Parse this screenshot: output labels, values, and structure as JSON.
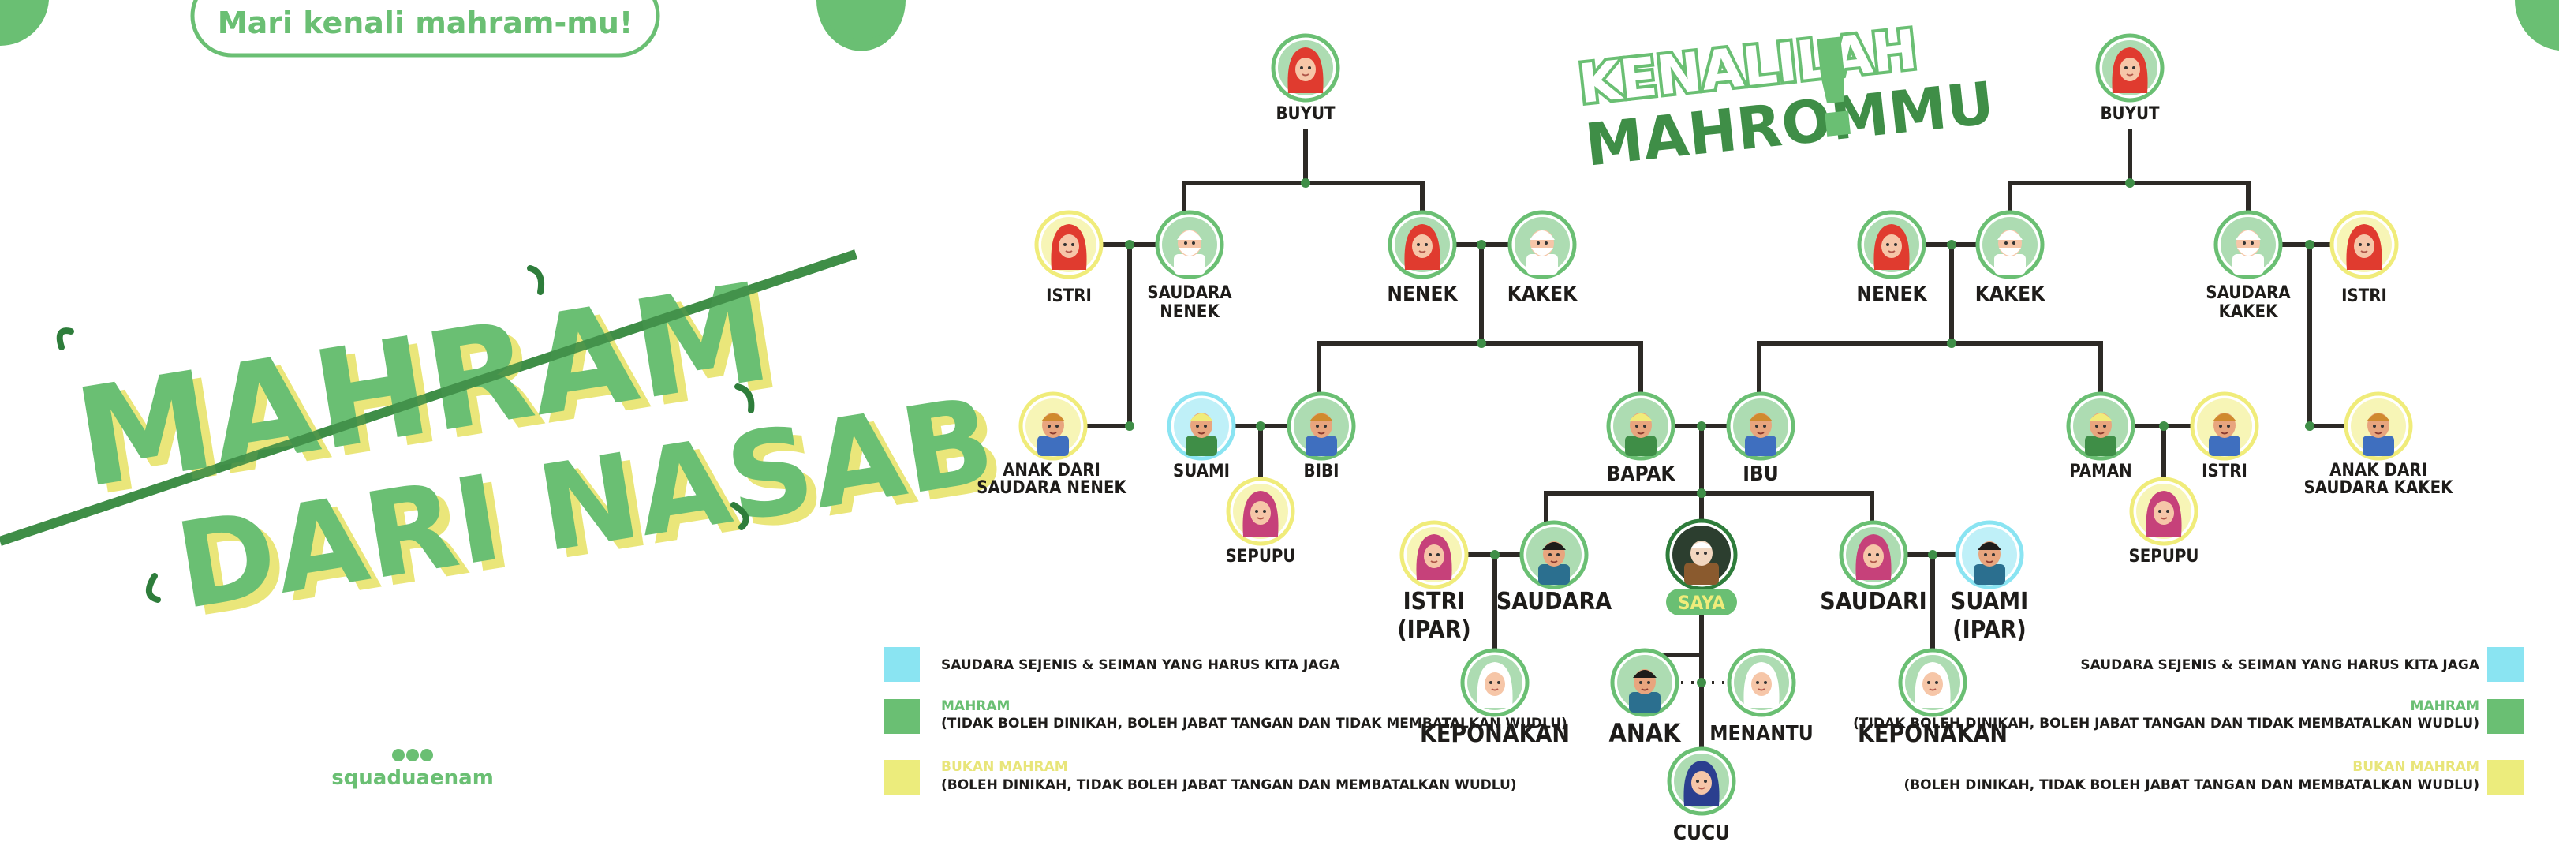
{
  "colors": {
    "green": "#6abf73",
    "dark_green": "#2e7d3b",
    "yellow": "#f0ec7a",
    "cyan": "#8ae4f2",
    "line": "#2d2a26",
    "light_green": "#a8d9ad"
  },
  "left_panel": {
    "tagline": "Mari kenali mahram-mu!",
    "title_line1": "MAHRAM",
    "title_line2": "DARI NASAB",
    "brand": "squaduaenam"
  },
  "logo": {
    "line1": "KENALILAH",
    "line2": "MAHROMMU",
    "mark": "!"
  },
  "tree": {
    "buyut_left": "BUYUT",
    "buyut_right": "BUYUT",
    "istri_left": "ISTRI",
    "saudara_nenek_1": "SAUDARA",
    "saudara_nenek_2": "NENEK",
    "nenek_left": "NENEK",
    "kakek_left": "KAKEK",
    "nenek_right": "NENEK",
    "kakek_right": "KAKEK",
    "saudara_kakek_1": "SAUDARA",
    "saudara_kakek_2": "KAKEK",
    "istri_right": "ISTRI",
    "anak_saudara_nenek_1": "ANAK DARI",
    "anak_saudara_nenek_2": "SAUDARA NENEK",
    "suami_left": "SUAMI",
    "bibi": "BIBI",
    "bapak": "BAPAK",
    "ibu": "IBU",
    "paman": "PAMAN",
    "istri_paman": "ISTRI",
    "anak_saudara_kakek_1": "ANAK DARI",
    "anak_saudara_kakek_2": "SAUDARA KAKEK",
    "sepupu_left": "SEPUPU",
    "sepupu_right": "SEPUPU",
    "istri_ipar_1": "ISTRI",
    "istri_ipar_2": "(IPAR)",
    "saudara": "SAUDARA",
    "saya": "SAYA",
    "saudari": "SAUDARI",
    "suami_ipar_1": "SUAMI",
    "suami_ipar_2": "(IPAR)",
    "keponakan_left": "KEPONAKAN",
    "anak": "ANAK",
    "menantu": "MENANTU",
    "keponakan_right": "KEPONAKAN",
    "cucu": "CUCU"
  },
  "legend": {
    "same_gender": "SAUDARA SEJENIS & SEIMAN YANG HARUS KITA JAGA",
    "mahram_title": "MAHRAM",
    "mahram_desc": "(TIDAK BOLEH DINIKAH, BOLEH JABAT TANGAN DAN TIDAK MEMBATALKAN WUDLU)",
    "bukan_title": "BUKAN MAHRAM",
    "bukan_desc": "(BOLEH DINIKAH, TIDAK BOLEH JABAT TANGAN DAN MEMBATALKAN WUDLU)"
  }
}
